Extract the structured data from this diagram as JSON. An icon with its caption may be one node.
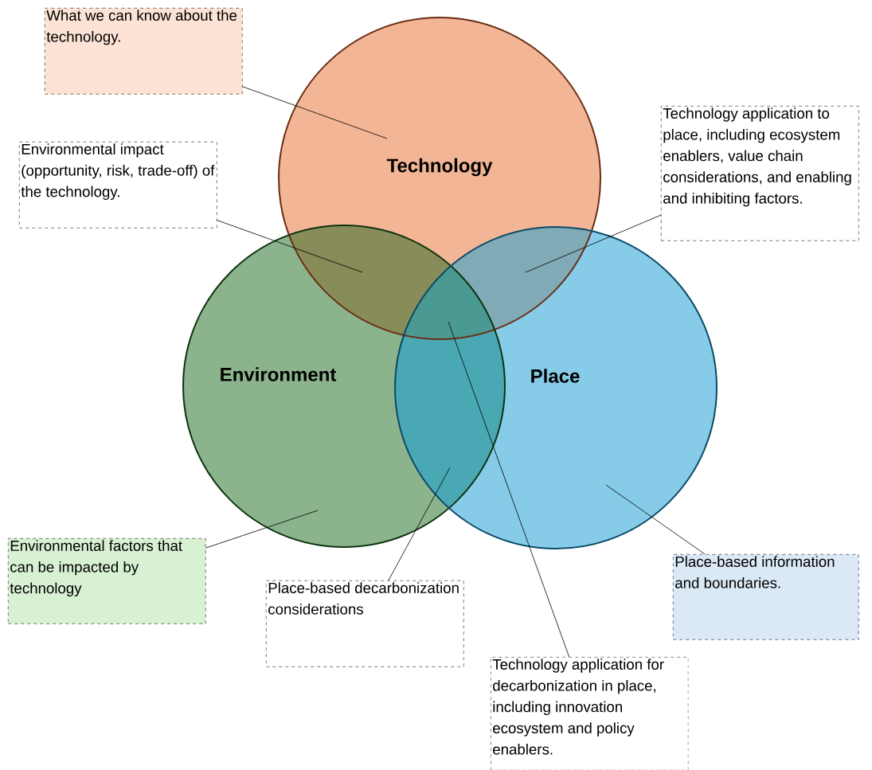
{
  "diagram": {
    "nodes": [
      {
        "text": [
          "What we can know about the technology."
        ]
      },
      {
        "text": [
          "Technology"
        ]
      },
      {
        "text": [
          "Technology application to place, including ecosystem enablers, value chain considerations, and enabling and inhibiting factors."
        ]
      },
      {
        "text": [
          "Environmental impact (opportunity, risk, trade-off) of the technology."
        ]
      },
      {
        "text": [
          "Environment"
        ]
      },
      {
        "text": [
          "Place"
        ]
      },
      {
        "text": [
          "Environmental factors that can be impacted by technology"
        ]
      },
      {
        "text": [
          "Place-based information and boundaries."
        ]
      },
      {
        "text": [
          "Place-based decarbonization considerations"
        ]
      },
      {
        "text": [
          "Technology application for decarbonization in place, including innovation ecosystem and policy enablers."
        ]
      },
      {
        "text": [],
        "shape": "lens"
      },
      {
        "text": [],
        "shape": "lens"
      },
      {
        "text": [],
        "shape": "lens"
      },
      {
        "text": [],
        "shape": "triangle"
      }
    ],
    "edges": [
      {
        "from": 0,
        "to": 1,
        "arrow": "none"
      },
      {
        "from": 2,
        "to": 11,
        "arrow": "none"
      },
      {
        "from": 3,
        "to": 10,
        "arrow": "none"
      },
      {
        "from": 6,
        "to": 4,
        "arrow": "none"
      },
      {
        "from": 7,
        "to": 5,
        "arrow": "none"
      },
      {
        "from": 8,
        "to": 12,
        "arrow": "none"
      },
      {
        "from": 9,
        "to": 13,
        "arrow": "none"
      }
    ]
  }
}
